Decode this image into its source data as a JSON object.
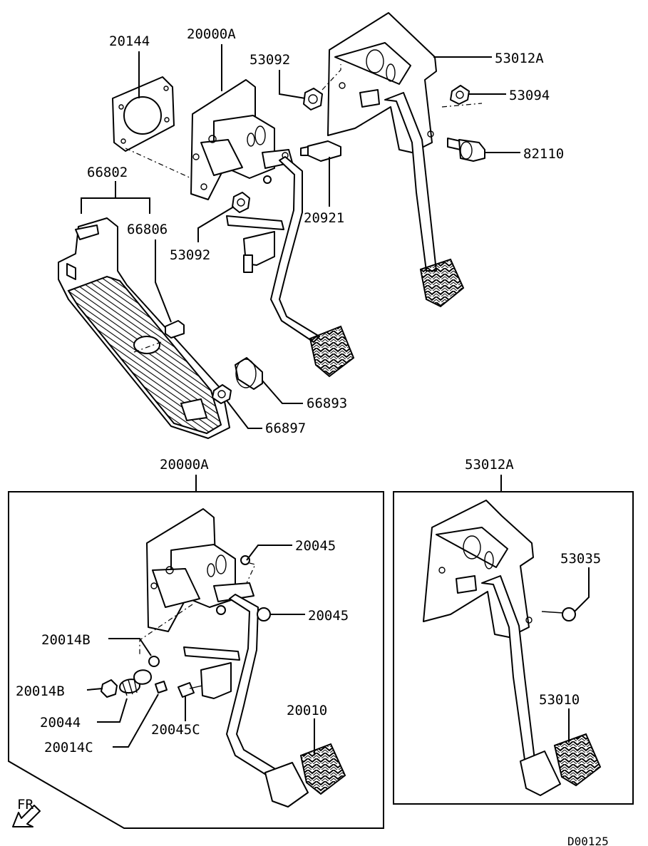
{
  "labels": {
    "p20144": "20144",
    "p20000A_top": "20000A",
    "p53092_top": "53092",
    "p53012A_top": "53012A",
    "p53094": "53094",
    "p82110": "82110",
    "p66802": "66802",
    "p66806": "66806",
    "p53092_mid": "53092",
    "p20921": "20921",
    "p66893": "66893",
    "p66897": "66897",
    "box_left_title": "20000A",
    "box_right_title": "53012A",
    "p20045_a": "20045",
    "p20045_b": "20045",
    "p20014B_a": "20014B",
    "p20014B_b": "20014B",
    "p20044": "20044",
    "p20014C": "20014C",
    "p20045C": "20045C",
    "p20010": "20010",
    "p53035": "53035",
    "p53010": "53010"
  },
  "direction_label": "FR",
  "diagram_code": "D00125"
}
